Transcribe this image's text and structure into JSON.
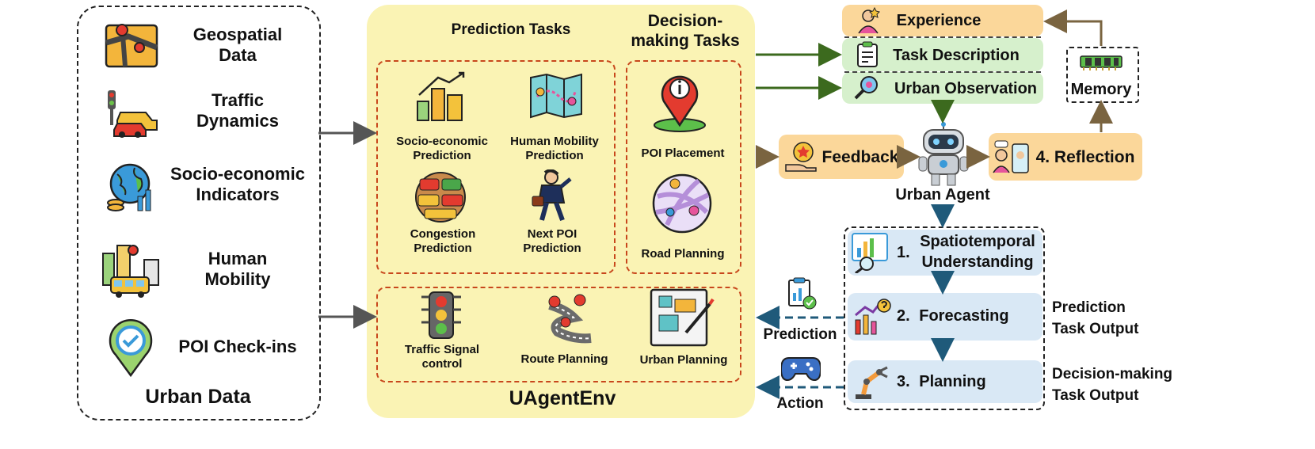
{
  "urban_data": {
    "title": "Urban Data",
    "items": [
      {
        "label_line1": "Geospatial",
        "label_line2": "Data",
        "icon": "map-icon"
      },
      {
        "label_line1": "Traffic",
        "label_line2": "Dynamics",
        "icon": "traffic-cars-icon"
      },
      {
        "label_line1": "Socio-economic",
        "label_line2": "Indicators",
        "icon": "globe-coins-icon"
      },
      {
        "label_line1": "Human",
        "label_line2": "Mobility",
        "icon": "city-bus-icon"
      },
      {
        "label_line1": "POI Check-ins",
        "label_line2": "",
        "icon": "location-check-icon"
      }
    ]
  },
  "env": {
    "title": "UAgentEnv",
    "prediction_header": "Prediction Tasks",
    "decision_header_line1": "Decision-",
    "decision_header_line2": "making Tasks",
    "prediction_tasks": [
      {
        "line1": "Socio-economic",
        "line2": "Prediction",
        "icon": "city-growth-icon"
      },
      {
        "line1": "Human Mobility",
        "line2": "Prediction",
        "icon": "folded-map-icon"
      },
      {
        "line1": "Congestion",
        "line2": "Prediction",
        "icon": "traffic-jam-icon"
      },
      {
        "line1": "Next POI",
        "line2": "Prediction",
        "icon": "traveler-icon"
      }
    ],
    "decision_tasks": [
      {
        "line1": "POI Placement",
        "icon": "map-pin-icon"
      },
      {
        "line1": "Road Planning",
        "icon": "road-network-icon"
      }
    ],
    "bottom_tasks": [
      {
        "line1": "Traffic Signal",
        "line2": "control",
        "icon": "traffic-light-icon"
      },
      {
        "line1": "Route Planning",
        "line2": "",
        "icon": "route-icon"
      },
      {
        "line1": "Urban Planning",
        "line2": "",
        "icon": "blueprint-icon"
      }
    ]
  },
  "agent": {
    "experience": "Experience",
    "task_description": "Task Description",
    "urban_observation": "Urban Observation",
    "memory": "Memory",
    "feedback": "Feedback",
    "reflection": "4. Reflection",
    "agent_label": "Urban Agent",
    "steps": [
      {
        "num": "1.",
        "line1": "Spatiotemporal",
        "line2": "Understanding"
      },
      {
        "num": "2.",
        "line1": "Forecasting",
        "line2": ""
      },
      {
        "num": "3.",
        "line1": "Planning",
        "line2": ""
      }
    ],
    "prediction_label": "Prediction",
    "action_label": "Action",
    "prediction_output_line1": "Prediction",
    "prediction_output_line2": "Task Output",
    "decision_output_line1": "Decision-making",
    "decision_output_line2": "Task Output"
  },
  "colors": {
    "env_bg": "#faf3b4",
    "orange_box": "#fbd79a",
    "green_box": "#d6f0cc",
    "blue_box": "#d9e8f5",
    "red_dash": "#c8471c",
    "green_arrow": "#3c6a1e",
    "brown_arrow": "#7a6440",
    "blue_arrow": "#1f5a7a"
  }
}
